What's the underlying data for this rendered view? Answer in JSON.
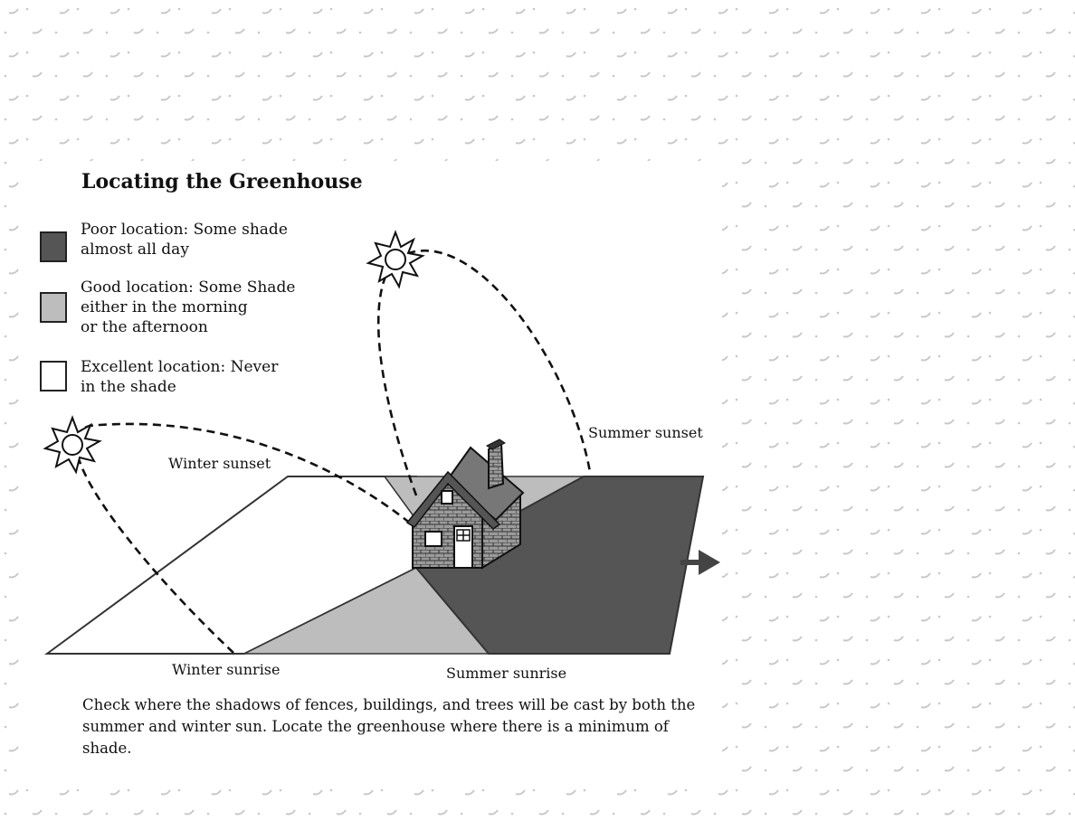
{
  "title": "Locating the Greenhouse",
  "legend": [
    {
      "text": "Poor location: Some shade\nalmost all day",
      "color": "#555555"
    },
    {
      "text": "Good location: Some Shade\neither in the morning\nor the afternoon",
      "color": "#bdbdbd"
    },
    {
      "text": "Excellent location: Never\nin the shade",
      "color": "#ffffff"
    }
  ],
  "labels": {
    "winter_sunset": "Winter sunset",
    "summer_sunset": "Summer sunset",
    "winter_sunrise": "Winter sunrise",
    "summer_sunrise": "Summer sunrise"
  },
  "caption": "Check where the shadows of fences, buildings, and trees will be cast by both the summer and winter sun. Locate the greenhouse where there is a minimum of shade.",
  "colors": {
    "poor": "#555555",
    "good": "#bdbdbd",
    "excellent": "#ffffff",
    "pattern": "#c8c8c8"
  },
  "icons": [
    "winter-sun-icon",
    "summer-sun-icon",
    "house-icon",
    "arrow-icon"
  ]
}
